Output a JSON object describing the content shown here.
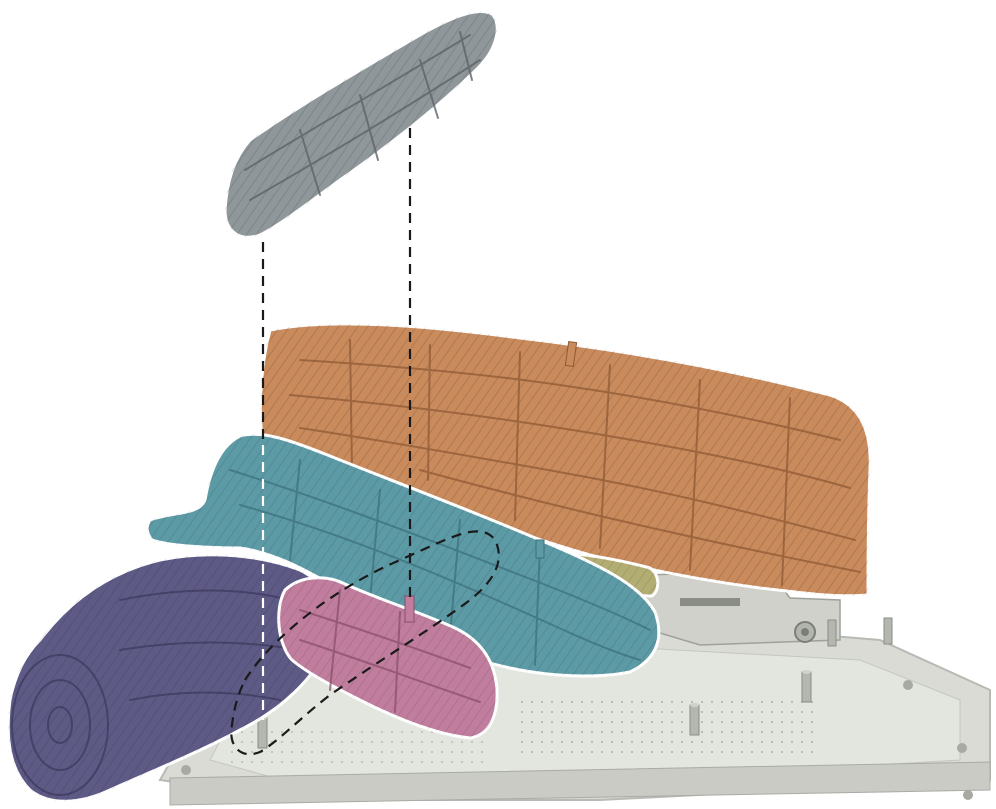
{
  "figure": {
    "description_visible_text": [],
    "components": [
      {
        "id": "log-floating",
        "color": "#8f979b",
        "icon": "log-icon"
      },
      {
        "id": "log-orange",
        "color": "#c98a5c",
        "icon": "log-icon"
      },
      {
        "id": "log-teal",
        "color": "#5c9aa6",
        "icon": "log-icon"
      },
      {
        "id": "log-purple",
        "color": "#5e5a86",
        "icon": "log-icon"
      },
      {
        "id": "log-pink",
        "color": "#c07d9d",
        "icon": "log-icon"
      },
      {
        "id": "log-olive-small",
        "color": "#b2ad72",
        "icon": "log-icon"
      },
      {
        "id": "burner-tray",
        "color": "#d9dbd4",
        "icon": "tray-icon"
      }
    ],
    "dashed_guides": 2
  }
}
